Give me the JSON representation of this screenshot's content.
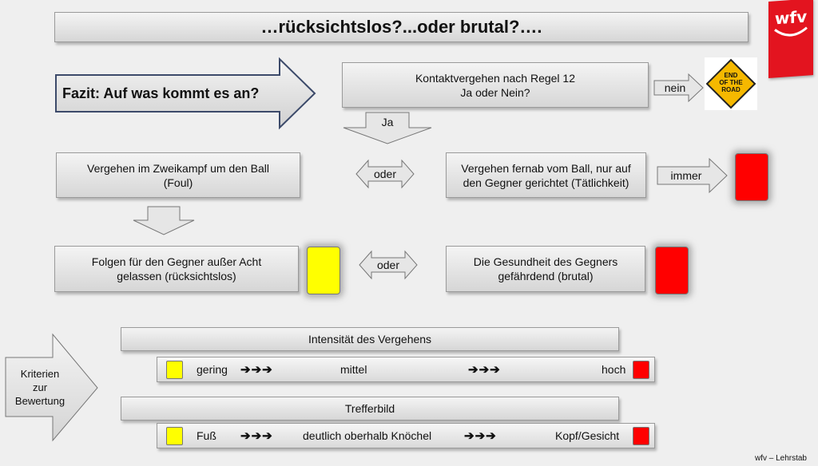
{
  "title": "…rücksichtslos?...oder brutal?….",
  "fazit": "Fazit: Auf was kommt es an?",
  "kontakt": {
    "line1": "Kontaktvergehen nach Regel 12",
    "line2": "Ja oder Nein?"
  },
  "nein_label": "nein",
  "road_sign": {
    "line1": "END",
    "line2": "OF THE",
    "line3": "ROAD"
  },
  "ja_label": "Ja",
  "zweikampf": {
    "line1": "Vergehen im Zweikampf um den Ball",
    "line2": "(Foul)"
  },
  "oder_label_1": "oder",
  "fernab": {
    "line1": "Vergehen fernab vom Ball, nur auf",
    "line2": "den Gegner gerichtet (Tätlichkeit)"
  },
  "immer_label": "immer",
  "folgen": {
    "line1": "Folgen für den Gegner außer Acht",
    "line2": "gelassen (rücksichtslos)"
  },
  "oder_label_2": "oder",
  "gesundheit": {
    "line1": "Die Gesundheit des Gegners",
    "line2": "gefährdend (brutal)"
  },
  "kriterien": {
    "line1": "Kriterien",
    "line2": "zur",
    "line3": "Bewertung"
  },
  "intensitaet": {
    "heading": "Intensität des Vergehens",
    "low": "gering",
    "arrows": "➔➔➔",
    "mid": "mittel",
    "high": "hoch"
  },
  "trefferbild": {
    "heading": "Trefferbild",
    "low": "Fuß",
    "arrows": "➔➔➔",
    "mid": "deutlich oberhalb Knöchel",
    "high": "Kopf/Gesicht"
  },
  "logo_text": "wfv",
  "footer": "wfv – Lehrstab",
  "colors": {
    "yellow_card": "#ffff00",
    "red_card": "#ff0000",
    "logo_red": "#e3141f",
    "sign_yellow": "#f5b800"
  }
}
